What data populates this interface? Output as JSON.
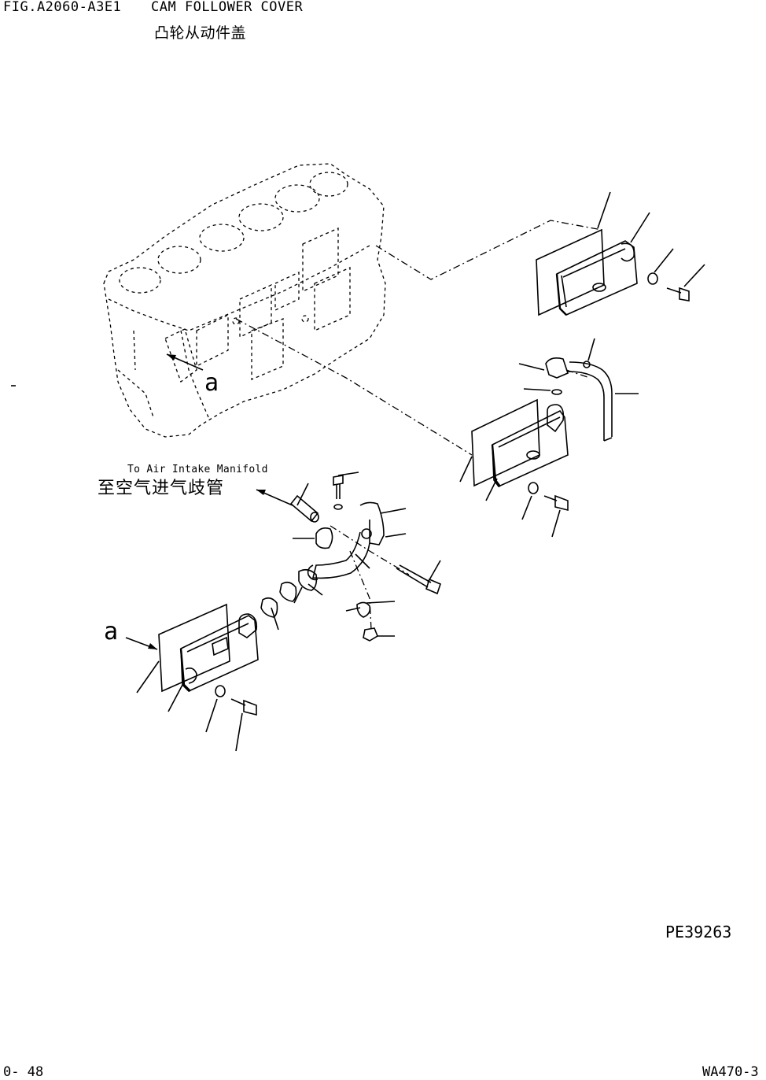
{
  "header": {
    "figure_id": "FIG.A2060-A3E1",
    "title_en": "CAM FOLLOWER COVER",
    "title_cn": "凸轮从动件盖"
  },
  "callouts": {
    "view_letter_top": "a",
    "view_letter_bottom": "a",
    "air_intake_en": "To Air Intake Manifold",
    "air_intake_cn": "至空气进气歧管"
  },
  "footer": {
    "drawing_no": "PE39263",
    "page": "0- 48",
    "model": "WA470-3"
  }
}
